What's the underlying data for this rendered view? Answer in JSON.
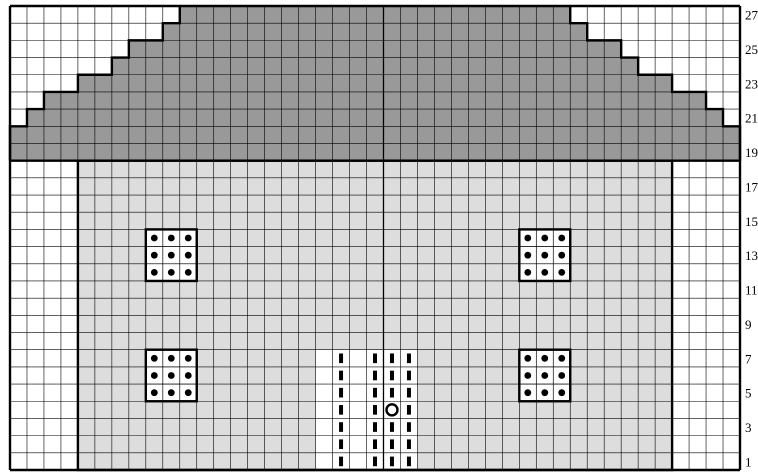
{
  "chart_data": {
    "type": "knitting-chart",
    "columns": 43,
    "rows": 27,
    "row_numbers": [
      "1",
      "3",
      "5",
      "7",
      "9",
      "11",
      "13",
      "15",
      "17",
      "19",
      "21",
      "23",
      "25",
      "27"
    ],
    "colors": {
      "background": "#ffffff",
      "roof": "#999999",
      "wall": "#dddddd",
      "door": "#ffffff",
      "grid": "#000000"
    },
    "roof_steps": [
      {
        "row": 19,
        "inset": 0
      },
      {
        "row": 20,
        "inset": 0
      },
      {
        "row": 21,
        "inset": 1
      },
      {
        "row": 22,
        "inset": 2
      },
      {
        "row": 23,
        "inset": 4
      },
      {
        "row": 24,
        "inset": 6
      },
      {
        "row": 25,
        "inset": 7
      },
      {
        "row": 26,
        "inset": 9
      },
      {
        "row": 27,
        "inset": 10
      }
    ],
    "wall": {
      "col_start": 4,
      "col_end": 38,
      "row_start": 1,
      "row_end": 18
    },
    "windows": [
      {
        "name": "window-upper-left",
        "col": 8,
        "row": 13
      },
      {
        "name": "window-upper-right",
        "col": 30,
        "row": 13
      },
      {
        "name": "window-lower-left",
        "col": 8,
        "row": 6
      },
      {
        "name": "window-lower-right",
        "col": 30,
        "row": 6
      }
    ],
    "door": {
      "col_start": 18,
      "col_end": 23,
      "row_start": 1,
      "row_end": 7
    },
    "door_knob": {
      "col": 22,
      "row": 4
    },
    "door_bar_columns": [
      19,
      21,
      22,
      23
    ]
  }
}
